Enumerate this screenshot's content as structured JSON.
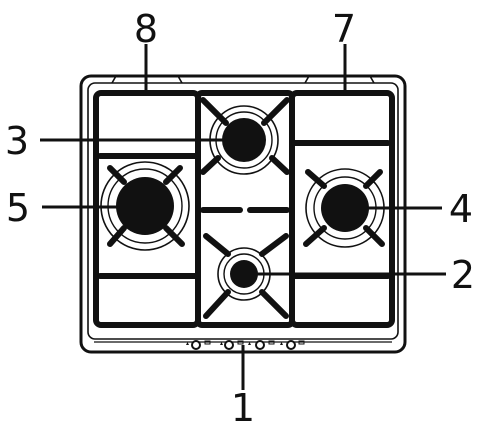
{
  "callouts": {
    "control_knobs": "1",
    "small_burner": "2",
    "rear_middle_burner": "3",
    "right_burner": "4",
    "left_burner": "5",
    "rear_right_support": "7",
    "rear_left_support": "8"
  },
  "colors": {
    "line": "#111111",
    "background": "#ffffff"
  }
}
